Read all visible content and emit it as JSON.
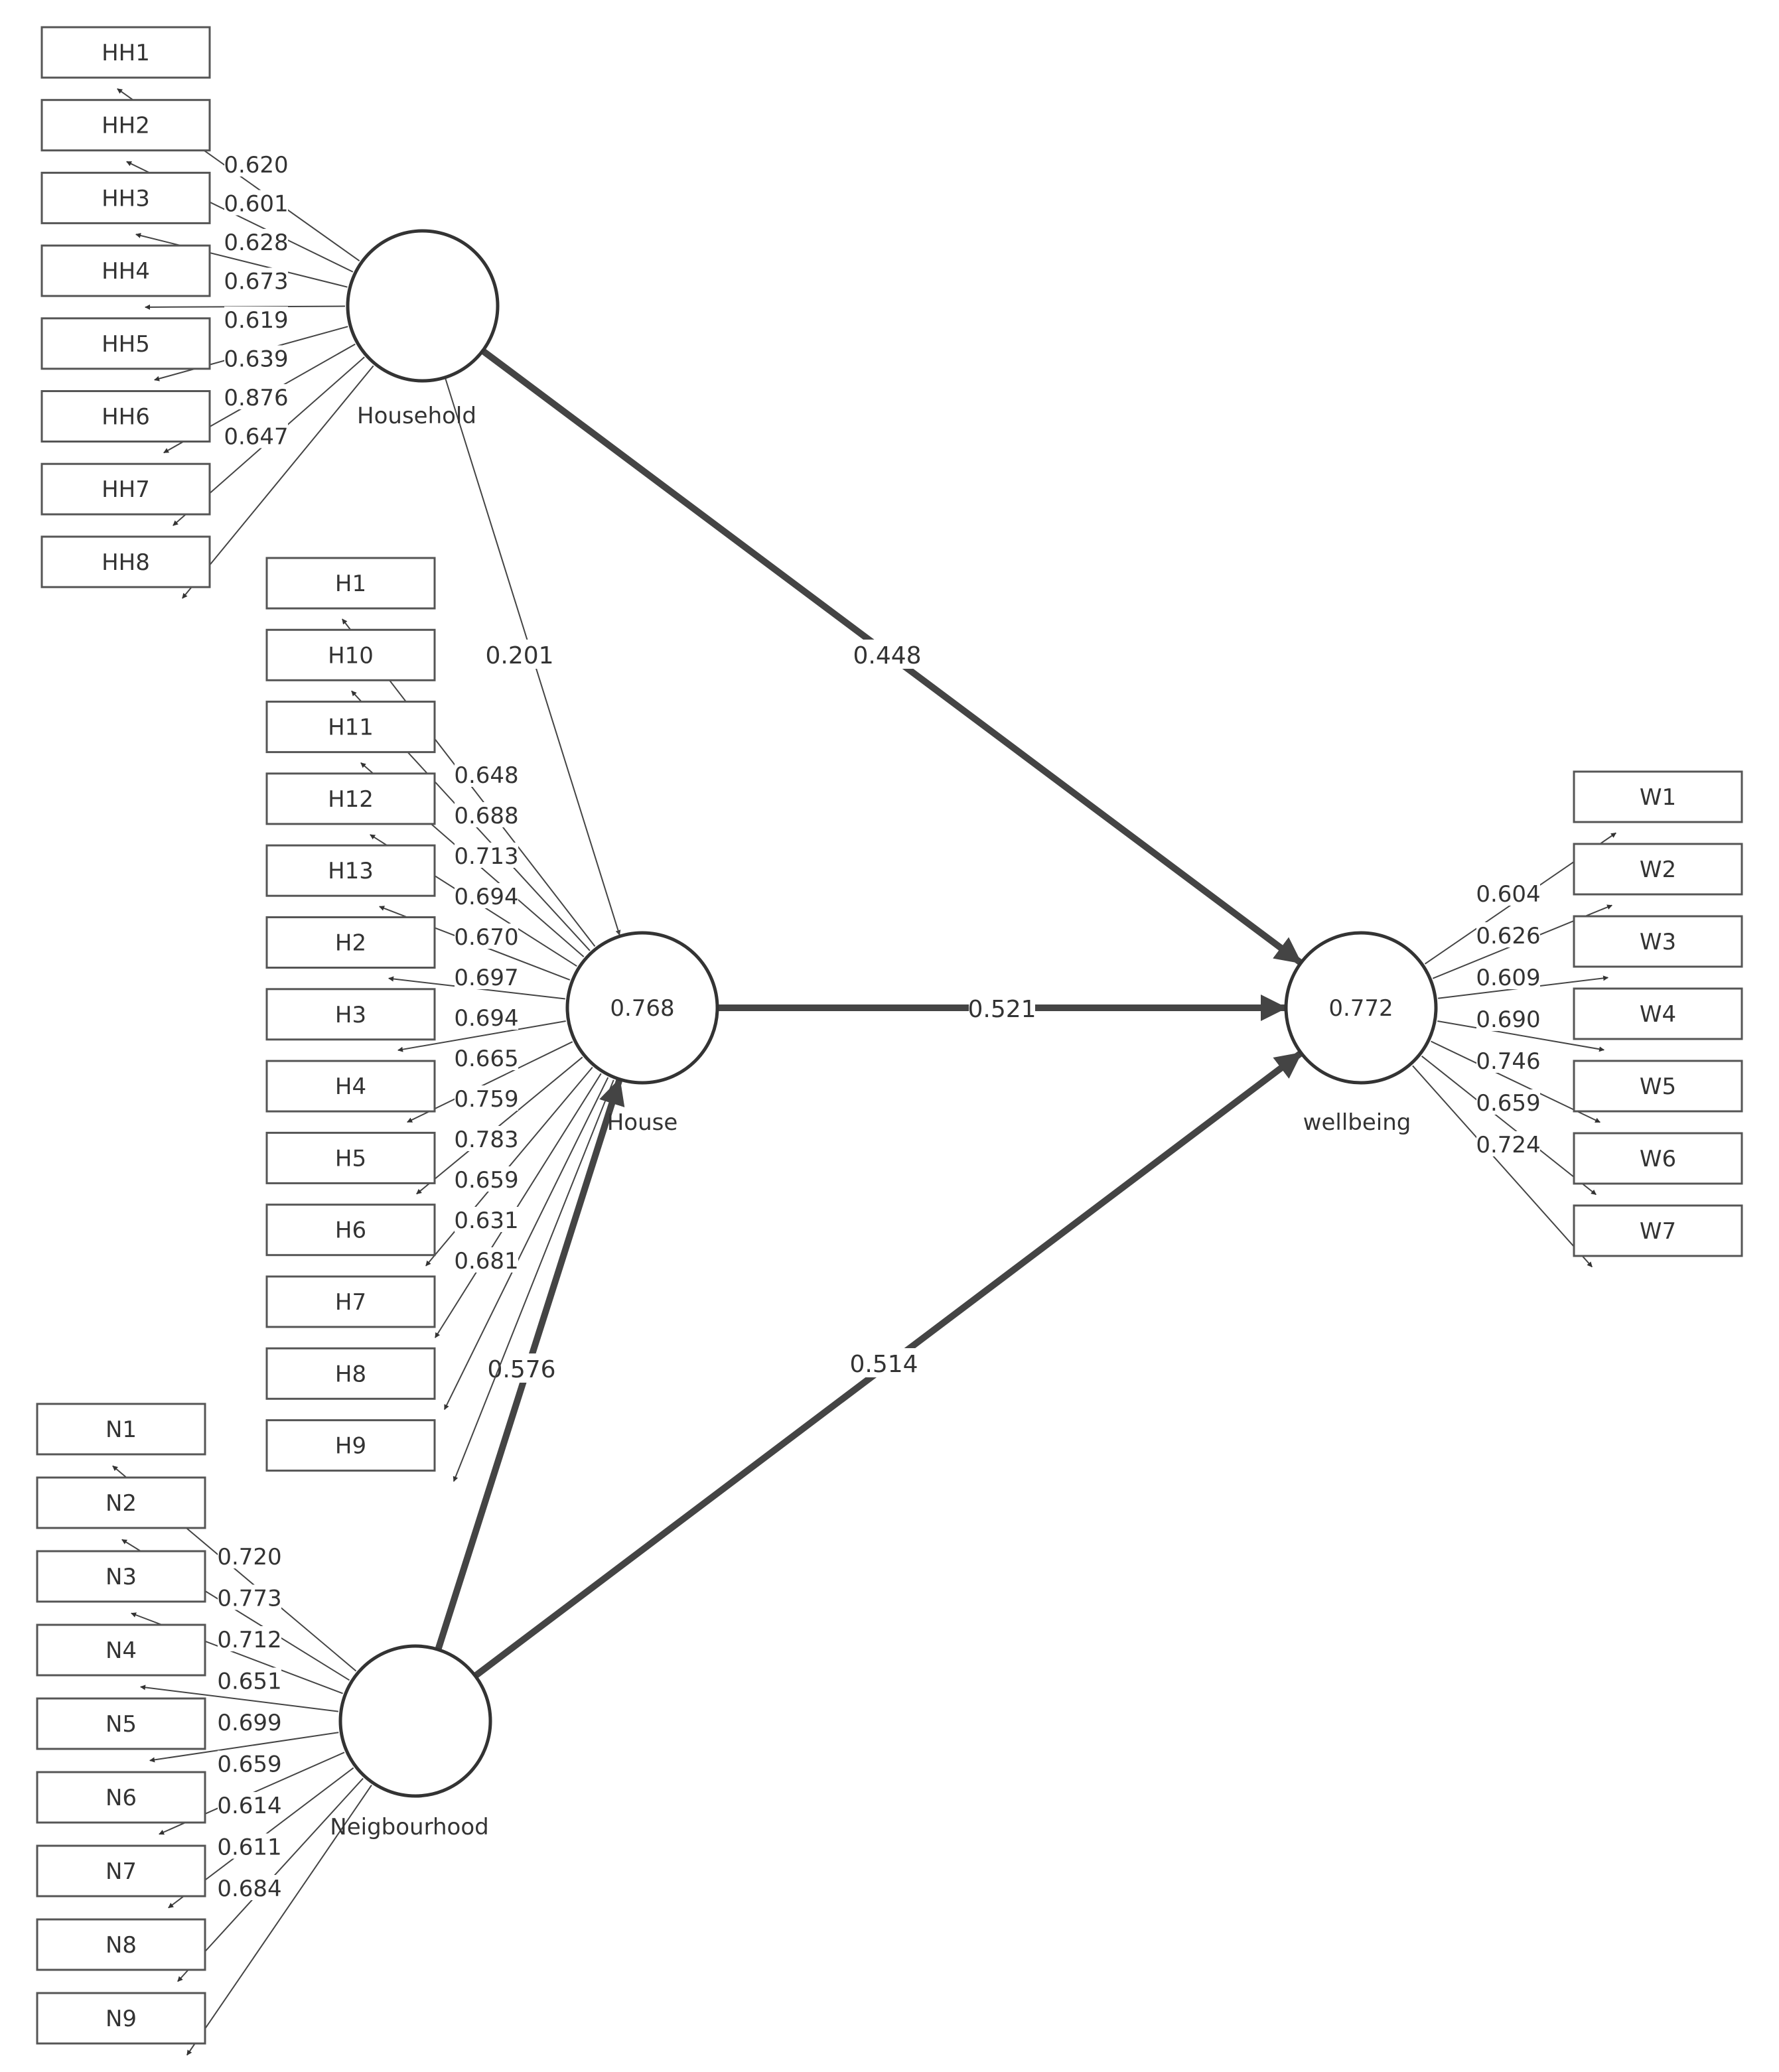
{
  "constructs": [
    {
      "id": "household",
      "name": "Household",
      "r2": "",
      "indicators": [
        "HH1",
        "HH2",
        "HH3",
        "HH4",
        "HH5",
        "HH6",
        "HH7",
        "HH8"
      ],
      "loadings": [
        "0.620",
        "0.601",
        "0.628",
        "0.673",
        "0.619",
        "0.639",
        "0.876",
        "0.647"
      ]
    },
    {
      "id": "house",
      "name": "House",
      "r2": "0.768",
      "indicators": [
        "H1",
        "H10",
        "H11",
        "H12",
        "H13",
        "H2",
        "H3",
        "H4",
        "H5",
        "H6",
        "H7",
        "H8",
        "H9"
      ],
      "loadings": [
        "0.648",
        "0.688",
        "0.713",
        "0.694",
        "0.670",
        "0.697",
        "0.694",
        "0.665",
        "0.759",
        "0.783",
        "0.659",
        "0.631",
        "0.681"
      ]
    },
    {
      "id": "neighbourhood",
      "name": "Neigbourhood",
      "r2": "",
      "indicators": [
        "N1",
        "N2",
        "N3",
        "N4",
        "N5",
        "N6",
        "N7",
        "N8",
        "N9"
      ],
      "loadings": [
        "0.720",
        "0.773",
        "0.712",
        "0.651",
        "0.699",
        "0.659",
        "0.614",
        "0.611",
        "0.684"
      ]
    },
    {
      "id": "wellbeing",
      "name": "wellbeing",
      "r2": "0.772",
      "indicators": [
        "W1",
        "W2",
        "W3",
        "W4",
        "W5",
        "W6",
        "W7"
      ],
      "loadings": [
        "0.604",
        "0.626",
        "0.609",
        "0.690",
        "0.746",
        "0.659",
        "0.724"
      ]
    }
  ],
  "paths": [
    {
      "from": "household",
      "to": "house",
      "coef": "0.201"
    },
    {
      "from": "household",
      "to": "wellbeing",
      "coef": "0.448"
    },
    {
      "from": "house",
      "to": "wellbeing",
      "coef": "0.521"
    },
    {
      "from": "neighbourhood",
      "to": "house",
      "coef": "0.576"
    },
    {
      "from": "neighbourhood",
      "to": "wellbeing",
      "coef": "0.514"
    }
  ],
  "colors": {
    "line": "#444444",
    "box_border": "#555555",
    "text": "#333333"
  }
}
